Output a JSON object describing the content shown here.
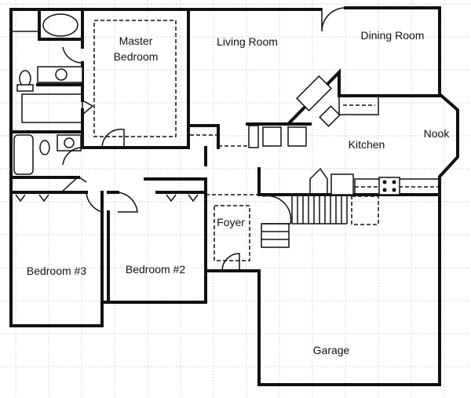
{
  "rooms": {
    "master_bedroom": "Master\nBedroom",
    "master_line1": "Master",
    "master_line2": "Bedroom",
    "living_room": "Living Room",
    "dining_room": "Dining Room",
    "kitchen": "Kitchen",
    "nook": "Nook",
    "foyer": "Foyer",
    "bedroom3": "Bedroom #3",
    "bedroom2": "Bedroom #2",
    "garage": "Garage"
  }
}
